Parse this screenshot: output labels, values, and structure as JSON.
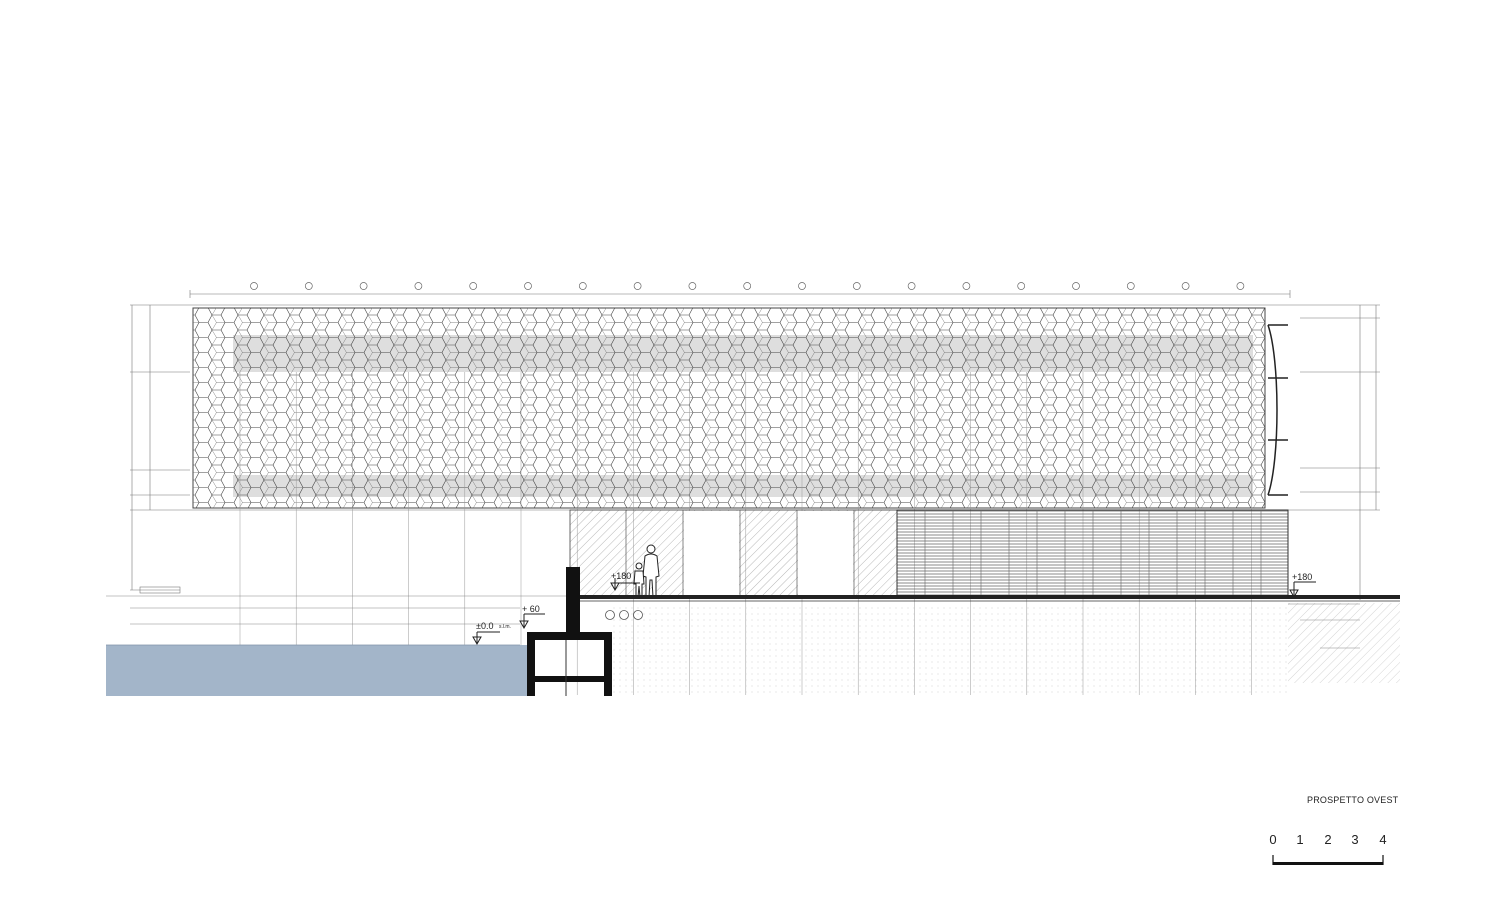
{
  "sheet": {
    "title": "PROSPETTO OVEST",
    "scale_bar": {
      "labels": [
        "0",
        "1",
        "2",
        "3",
        "4"
      ]
    }
  },
  "levels": {
    "entrance_left": "+180",
    "entrance_right": "+180",
    "upper_terrace": "+ 60",
    "water": "±0.0",
    "water_suffix": "s.l.m."
  },
  "colors": {
    "line": "#555555",
    "facade_fill": "#d6d6d6",
    "water": "#a3b5c9",
    "wall": "#111111"
  }
}
